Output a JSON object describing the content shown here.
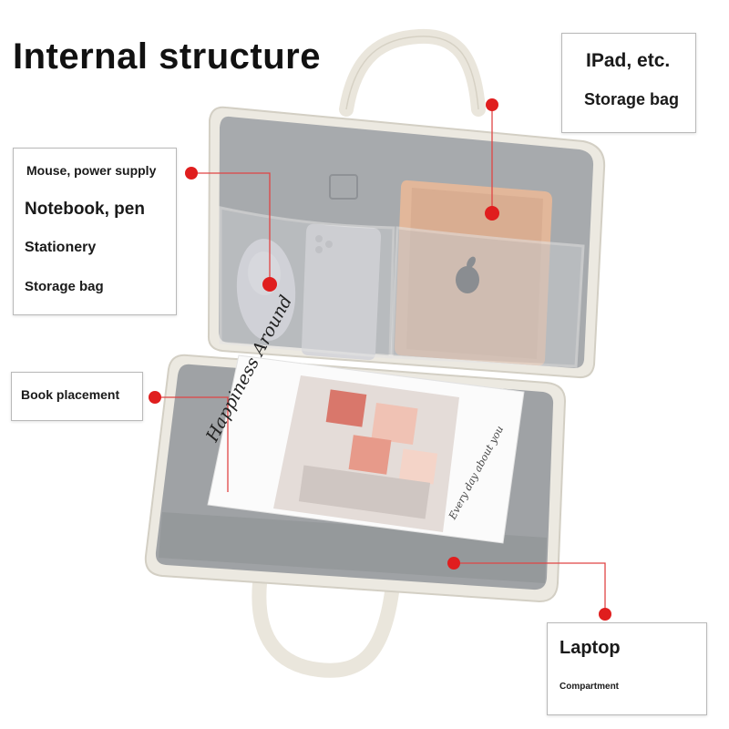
{
  "title": "Internal structure",
  "callouts": {
    "ipad": {
      "lines": [
        "IPad, etc.",
        "Storage bag"
      ]
    },
    "mouse": {
      "lines": [
        "Mouse, power supply",
        "Notebook, pen",
        "Stationery",
        "Storage bag"
      ]
    },
    "book": {
      "lines": [
        "Book placement"
      ]
    },
    "laptop": {
      "lines": [
        "Laptop",
        "Compartment"
      ]
    }
  },
  "book_cover": {
    "script_title": "Happiness Around",
    "subtitle": "Every day about you"
  },
  "colors": {
    "marker": "#e01e1e",
    "bag_shell": "#ece9e1",
    "lining": "#a7aaad",
    "callout_border": "#b9b9b9"
  },
  "icons": [
    "apple-logo-icon",
    "mouse-icon",
    "phone-icon"
  ]
}
